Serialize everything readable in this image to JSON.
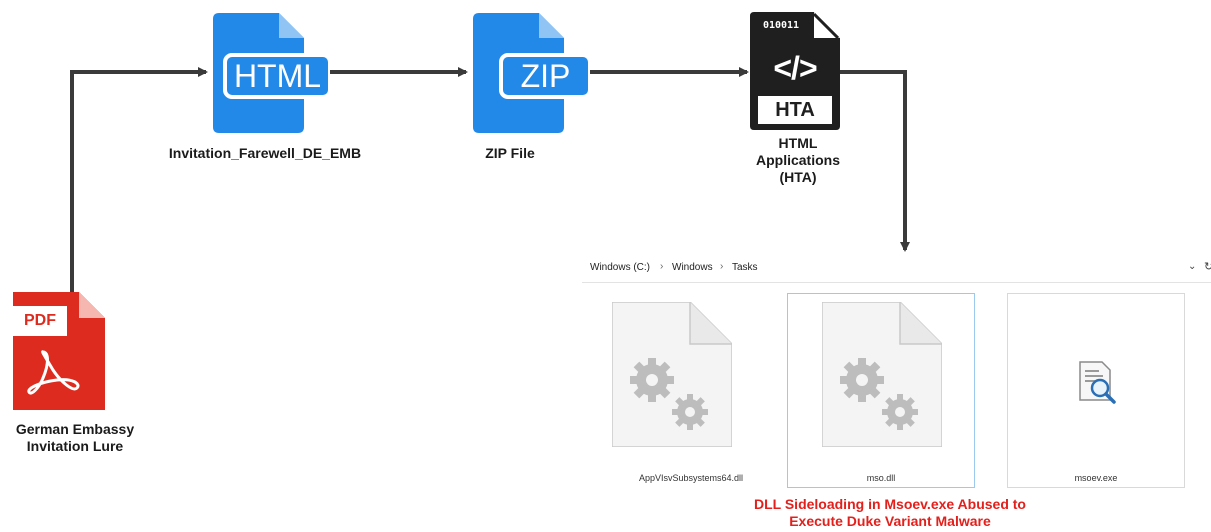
{
  "colors": {
    "connector": "#3a3a3a",
    "file_blue": "#2389e9",
    "pdf_red": "#dd2c1f",
    "hta_black": "#1f1f1f",
    "caption_red": "#e3201b"
  },
  "nodes": {
    "pdf": {
      "icon": "pdf-document-icon",
      "badge": "PDF",
      "label": "German Embassy\nInvitation Lure"
    },
    "html": {
      "icon": "html-file-icon",
      "badge": "HTML",
      "label": "Invitation_Farewell_DE_EMB"
    },
    "zip": {
      "icon": "zip-file-icon",
      "badge": "ZIP",
      "label": "ZIP File"
    },
    "hta": {
      "icon": "hta-file-icon",
      "code": "010011",
      "symbol": "</>",
      "badge": "HTA",
      "label": "HTML\nApplications\n(HTA)"
    }
  },
  "explorer": {
    "breadcrumb": [
      "Windows (C:)",
      "Windows",
      "Tasks"
    ],
    "separator": "›",
    "files": [
      {
        "name": "AppVIsvSubsystems64.dll",
        "icon": "dll-gear-file-icon",
        "selected": false
      },
      {
        "name": "mso.dll",
        "icon": "dll-gear-file-icon",
        "selected": true
      },
      {
        "name": "msoev.exe",
        "icon": "exe-magnifier-icon",
        "selected": false
      }
    ]
  },
  "caption": "DLL Sideloading in Msoev.exe Abused to\nExecute Duke Variant Malware"
}
